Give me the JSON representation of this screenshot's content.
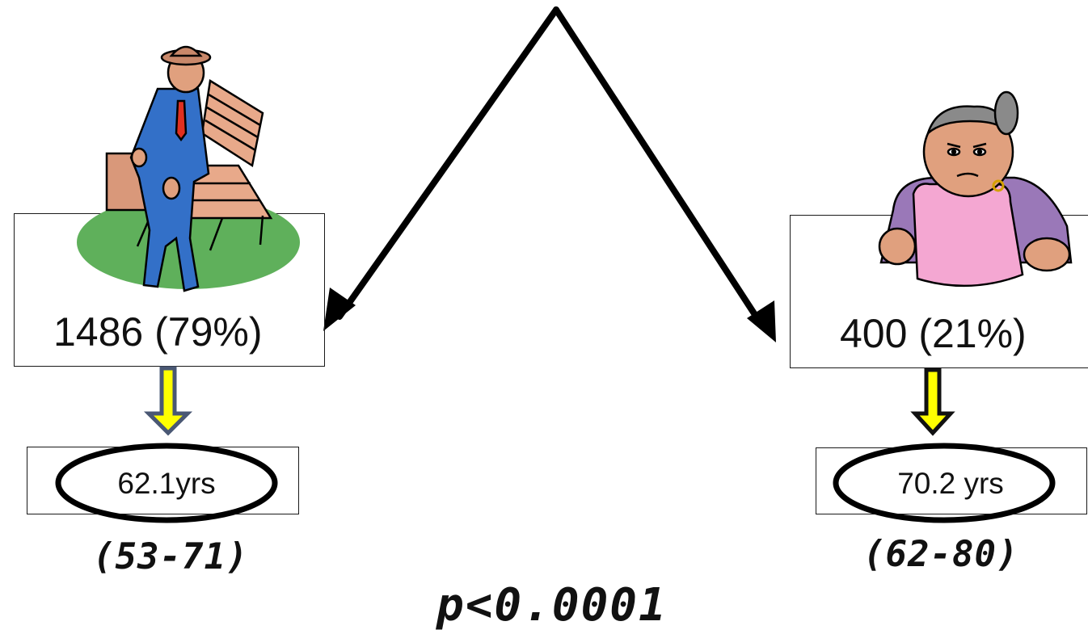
{
  "left_group": {
    "count_label": "1486 (79%)",
    "age_label": "62.1yrs",
    "range_label": "(53-71)",
    "figure_icon": "man-on-bench-icon"
  },
  "right_group": {
    "count_label": "400 (21%)",
    "age_label": "70.2 yrs",
    "range_label": "(62-80)",
    "figure_icon": "woman-in-apron-icon"
  },
  "p_value_label": "p<0.0001",
  "colors": {
    "grass": "#5fb05b",
    "suit": "#3370c8",
    "bench": "#e8a98a",
    "apron": "#f4a7d2",
    "shirt": "#9a78b8",
    "skin": "#e0a07e",
    "arrow_fill": "#ffff00",
    "arrow_outline_left": "#4a5874",
    "arrow_outline_right": "#111111"
  }
}
